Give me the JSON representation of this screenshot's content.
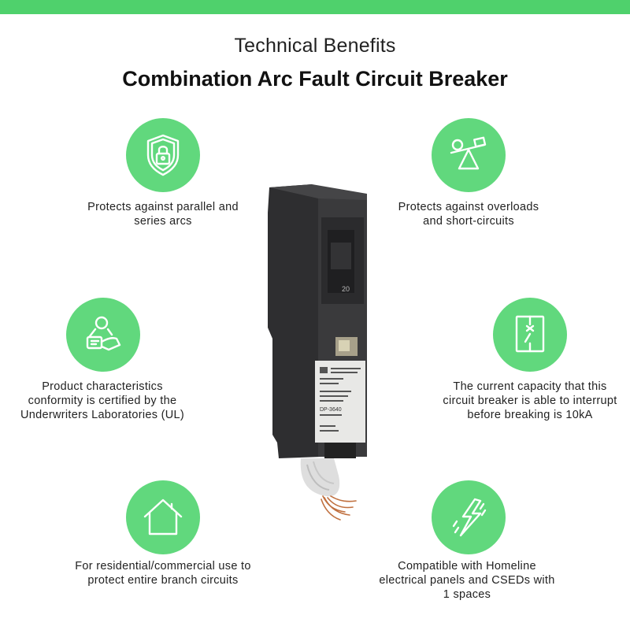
{
  "header": {
    "subtitle": "Technical Benefits",
    "title": "Combination Arc Fault Circuit Breaker"
  },
  "benefits": [
    {
      "icon": "shield-lock-icon",
      "text": "Protects against parallel and series arcs"
    },
    {
      "icon": "seesaw-icon",
      "text": "Protects against overloads and short-circuits"
    },
    {
      "icon": "certificate-hand-icon",
      "text": "Product characteristics conformity is certified by the Underwriters Laboratories (UL)"
    },
    {
      "icon": "breaker-switch-icon",
      "text": "The current capacity that this circuit breaker is able to interrupt before breaking is 10kA"
    },
    {
      "icon": "house-icon",
      "text": "For residential/commercial use to protect entire branch circuits"
    },
    {
      "icon": "lightning-icon",
      "text": "Compatible with Homeline electrical panels and CSEDs with 1 spaces"
    }
  ],
  "product": {
    "rating": "20",
    "label": "DP-3640"
  },
  "colors": {
    "accent": "#61d87d",
    "bar": "#4fd16c"
  }
}
